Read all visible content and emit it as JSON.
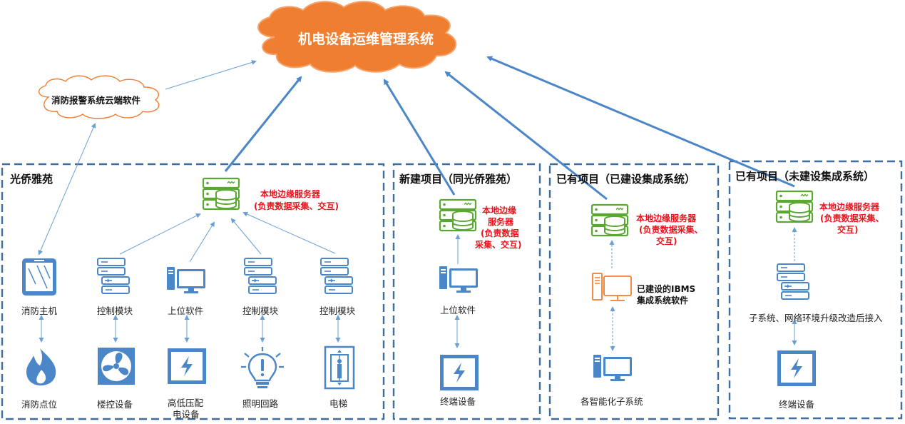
{
  "main_cloud": "机电设备运维管理系统",
  "fire_cloud": "消防报警系统云端软件",
  "colors": {
    "blue": "#4a86c8",
    "green": "#5aa832",
    "orange": "#f07e30",
    "dash": "#3d6e9c",
    "red": "#e8131b"
  },
  "panels": [
    {
      "title": "光侨雅苑",
      "server_label_1": "本地边缘服务器",
      "server_label_2": "(负责数据采集、交互)",
      "columns": [
        {
          "top_icon": "tablet-icon",
          "top_label": "消防主机",
          "bottom_icon": "fire-icon",
          "bottom_label": "消防点位"
        },
        {
          "top_icon": "server-stack-icon",
          "top_label": "控制模块",
          "bottom_icon": "fan-icon",
          "bottom_label": "楼控设备"
        },
        {
          "top_icon": "computer-icon",
          "top_label": "上位软件",
          "bottom_icon": "power-icon",
          "bottom_label_1": "高低压配",
          "bottom_label_2": "电设备"
        },
        {
          "top_icon": "server-stack-icon",
          "top_label": "控制模块",
          "bottom_icon": "bulb-icon",
          "bottom_label": "照明回路"
        },
        {
          "top_icon": "server-stack-icon",
          "top_label": "控制模块",
          "bottom_icon": "elevator-icon",
          "bottom_label": "电梯"
        }
      ]
    },
    {
      "title": "新建项目（同光侨雅苑）",
      "server_label": [
        "本地边缘",
        "服务器",
        "(负责数据",
        "采集、交互)"
      ],
      "mid_label": "上位软件",
      "bottom_label": "终端设备"
    },
    {
      "title": "已有项目（已建设集成系统）",
      "server_label_1": "本地边缘服务器",
      "server_label_2": "(负责数据采集、",
      "server_label_3": "交互)",
      "mid_label_1": "已建设的IBMS",
      "mid_label_2": "集成系统软件",
      "bottom_label": "各智能化子系统"
    },
    {
      "title": "已有项目（未建设集成系统）",
      "server_label_1": "本地边缘服务器",
      "server_label_2": "(负责数据采集、",
      "server_label_3": "交互)",
      "mid_label": "子系统、网络环境升级改造后接入",
      "bottom_label": "终端设备"
    }
  ]
}
